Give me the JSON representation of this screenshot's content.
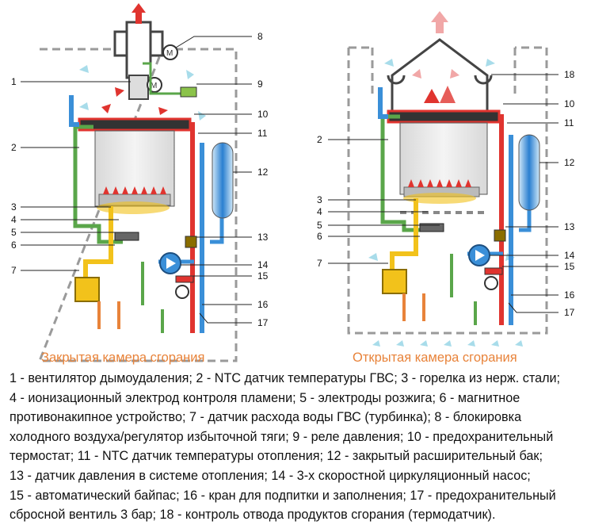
{
  "left_diagram": {
    "caption": "Закрытая камера сгорания",
    "labels": [
      "1",
      "2",
      "3",
      "4",
      "5",
      "6",
      "7",
      "8",
      "9",
      "10",
      "11",
      "12",
      "13",
      "14",
      "15",
      "16",
      "17"
    ]
  },
  "right_diagram": {
    "caption": "Открытая камера сгорания",
    "labels": [
      "2",
      "3",
      "4",
      "5",
      "6",
      "7",
      "10",
      "11",
      "12",
      "13",
      "14",
      "15",
      "16",
      "17",
      "18"
    ]
  },
  "legend": {
    "lines": [
      "1 - вентилятор дымоудаления; 2 - NTC датчик температуры ГВС; 3 - горелка из нерж. стали;",
      "4 - ионизационный электрод контроля пламени; 5 - электроды розжига; 6 - магнитное",
      "противонакипное устройство; 7 - датчик расхода воды ГВС (турбинка); 8 - блокировка",
      "холодного воздуха/регулятор избыточной тяги; 9 - реле давления; 10 - предохранительный",
      "термостат; 11 - NTC датчик температуры отопления; 12 - закрытый расширительный бак;",
      "13 - датчик давления в системе отопления; 14 - 3-х скоростной циркуляционный насос;",
      "15 - автоматический байпас; 16 - кран для подпитки и заполнения; 17 - предохранительный",
      "сбросной вентиль 3 бар; 18 - контроль отвода продуктов сгорания (термодатчик)."
    ]
  },
  "colors": {
    "hot_pipe": "#e0342f",
    "cold_pipe": "#3a8fd8",
    "green_pipe": "#5aa64a",
    "gas_pipe": "#f2c21b",
    "caption": "#e8833a",
    "dashed_frame": "#9a9a9a",
    "air_arrow": "#a8dcea"
  }
}
